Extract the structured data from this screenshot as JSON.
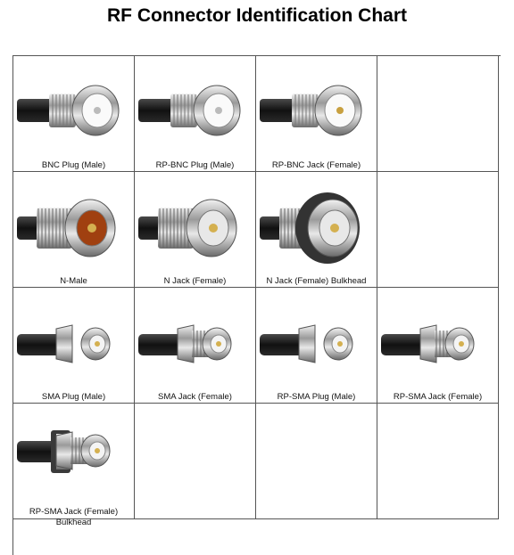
{
  "title": "RF Connector Identification Chart",
  "connectors": [
    {
      "label": "BNC Plug (Male)",
      "type": "bnc",
      "icon": "bnc-plug-male-icon"
    },
    {
      "label": "RP-BNC Plug (Male)",
      "type": "bnc",
      "icon": "rp-bnc-plug-male-icon"
    },
    {
      "label": "RP-BNC Jack (Female)",
      "type": "bnc-jack",
      "icon": "rp-bnc-jack-female-icon"
    },
    {
      "label": "N-Male",
      "type": "n-male",
      "icon": "n-male-icon"
    },
    {
      "label": "N Jack (Female)",
      "type": "n-jack",
      "icon": "n-jack-female-icon"
    },
    {
      "label": "N Jack (Female) Bulkhead",
      "type": "n-bulkhead",
      "icon": "n-jack-female-bulkhead-icon"
    },
    {
      "label": "SMA Plug (Male)",
      "type": "sma-plug",
      "icon": "sma-plug-male-icon"
    },
    {
      "label": "SMA Jack (Female)",
      "type": "sma-jack",
      "icon": "sma-jack-female-icon"
    },
    {
      "label": "RP-SMA Plug (Male)",
      "type": "sma-plug",
      "icon": "rp-sma-plug-male-icon"
    },
    {
      "label": "RP-SMA Jack (Female)",
      "type": "sma-jack",
      "icon": "rp-sma-jack-female-icon"
    },
    {
      "label": "RP-SMA Jack (Female) Bulkhead",
      "type": "sma-bulkhead",
      "icon": "rp-sma-jack-female-bulkhead-icon"
    }
  ]
}
